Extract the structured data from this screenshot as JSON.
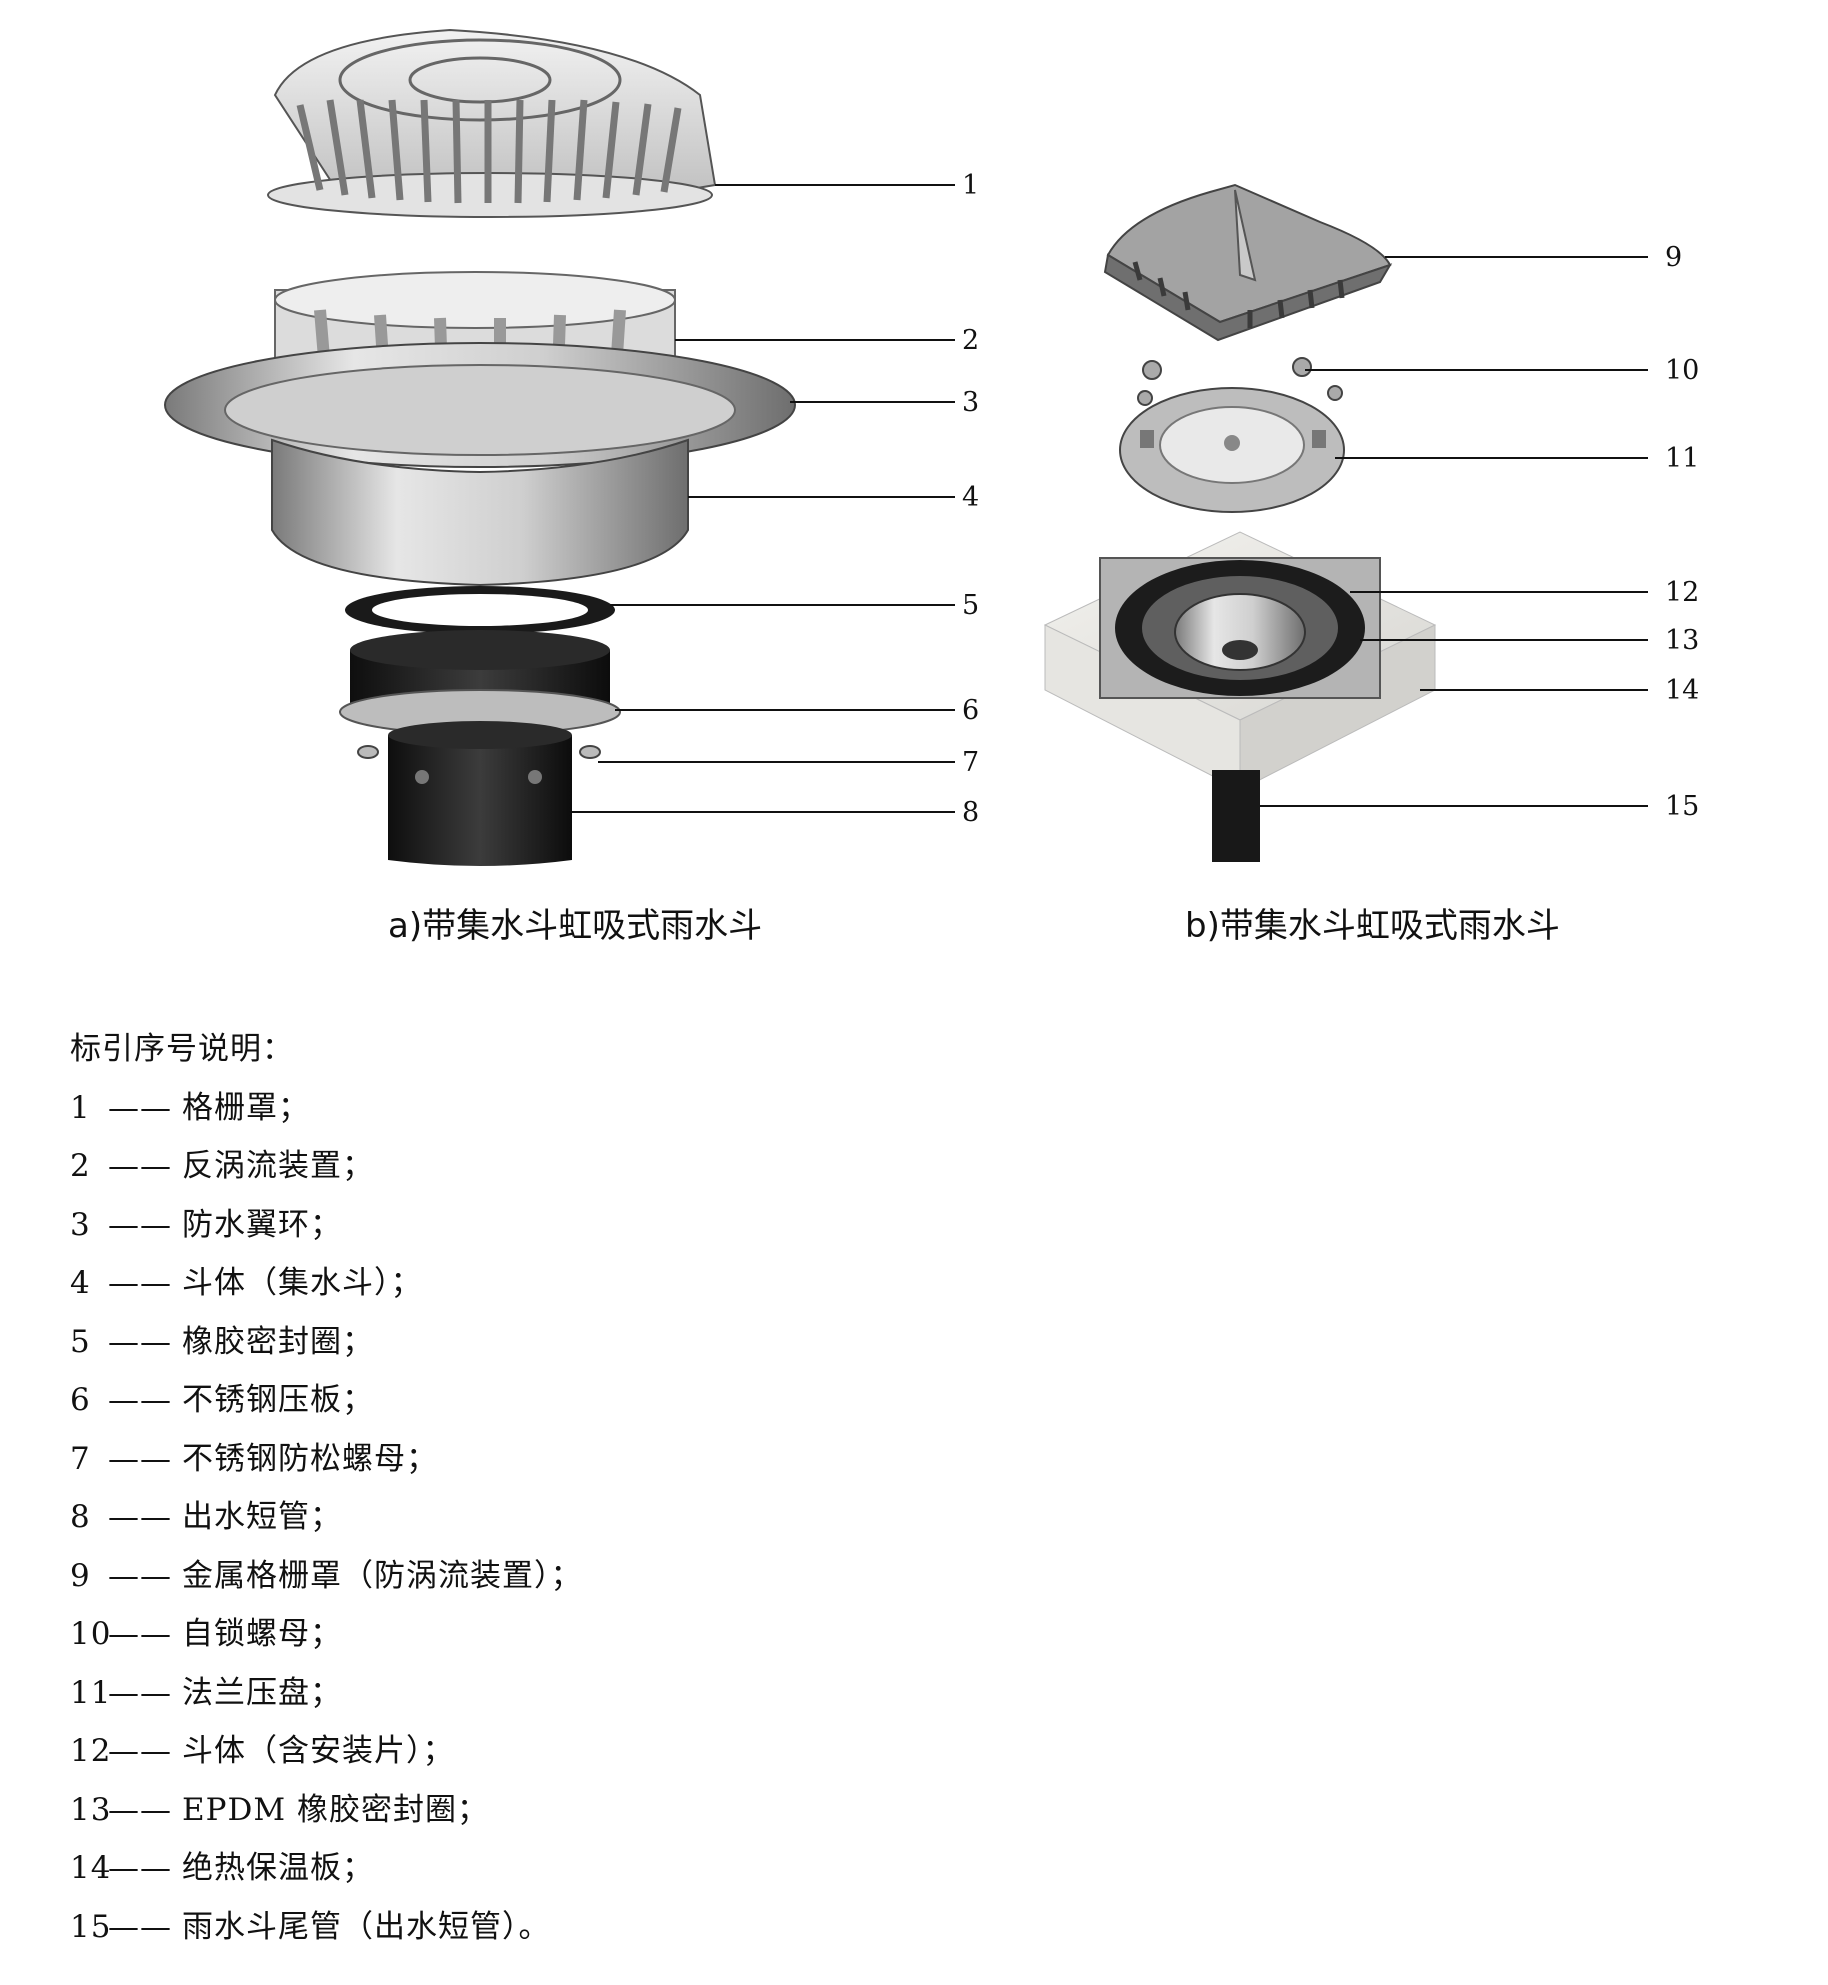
{
  "figure": {
    "left_caption": "a)带集水斗虹吸式雨水斗",
    "right_caption": "b)带集水斗虹吸式雨水斗",
    "callouts_left": [
      "1",
      "2",
      "3",
      "4",
      "5",
      "6",
      "7",
      "8"
    ],
    "callouts_right": [
      "9",
      "10",
      "11",
      "12",
      "13",
      "14",
      "15"
    ]
  },
  "legend": {
    "title": "标引序号说明：",
    "dash": "——",
    "items": [
      {
        "num": "1",
        "text": "格栅罩；"
      },
      {
        "num": "2",
        "text": "反涡流装置；"
      },
      {
        "num": "3",
        "text": "防水翼环；"
      },
      {
        "num": "4",
        "text": "斗体（集水斗）；"
      },
      {
        "num": "5",
        "text": "橡胶密封圈；"
      },
      {
        "num": "6",
        "text": "不锈钢压板；"
      },
      {
        "num": "7",
        "text": "不锈钢防松螺母；"
      },
      {
        "num": "8",
        "text": "出水短管；"
      },
      {
        "num": "9",
        "text": "金属格栅罩（防涡流装置）；"
      },
      {
        "num": "10",
        "text": "自锁螺母；"
      },
      {
        "num": "11",
        "text": "法兰压盘；"
      },
      {
        "num": "12",
        "text": "斗体（含安装片）；"
      },
      {
        "num": "13",
        "text": "EPDM 橡胶密封圈；"
      },
      {
        "num": "14",
        "text": "绝热保温板；"
      },
      {
        "num": "15",
        "text": "雨水斗尾管（出水短管）。"
      }
    ]
  }
}
